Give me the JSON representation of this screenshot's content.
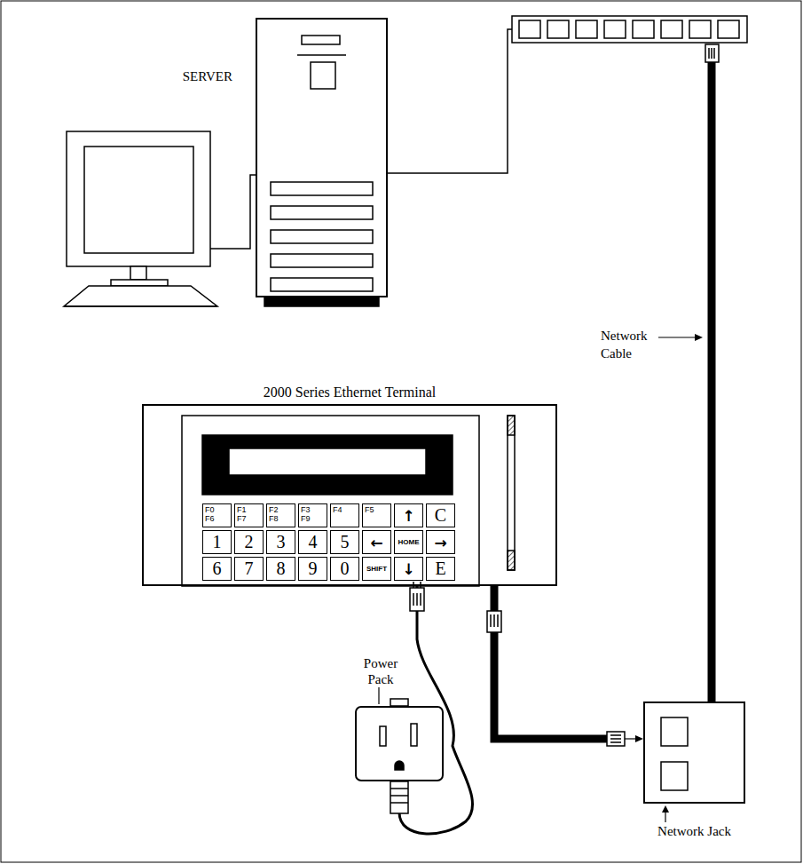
{
  "diagram": {
    "nodes": [
      {
        "text": [
          "SERVER"
        ]
      },
      {
        "text": [
          "2000 Series Ethernet Terminal"
        ]
      },
      {
        "text": [
          "F0 F6"
        ],
        "in": 1
      },
      {
        "text": [
          "F1 F7"
        ],
        "in": 1
      },
      {
        "text": [
          "F2 F8"
        ],
        "in": 1
      },
      {
        "text": [
          "F3 F9"
        ],
        "in": 1
      },
      {
        "text": [
          "F4"
        ],
        "in": 1
      },
      {
        "text": [
          "F5"
        ],
        "in": 1
      },
      {
        "text": [
          "↑"
        ],
        "in": 1
      },
      {
        "text": [
          "C"
        ],
        "in": 1
      },
      {
        "text": [
          "1"
        ],
        "in": 1
      },
      {
        "text": [
          "2"
        ],
        "in": 1
      },
      {
        "text": [
          "3"
        ],
        "in": 1
      },
      {
        "text": [
          "4"
        ],
        "in": 1
      },
      {
        "text": [
          "5"
        ],
        "in": 1
      },
      {
        "text": [
          "←"
        ],
        "in": 1
      },
      {
        "text": [
          "HOME"
        ],
        "in": 1
      },
      {
        "text": [
          "→"
        ],
        "in": 1
      },
      {
        "text": [
          "6"
        ],
        "in": 1
      },
      {
        "text": [
          "7"
        ],
        "in": 1
      },
      {
        "text": [
          "8"
        ],
        "in": 1
      },
      {
        "text": [
          "9"
        ],
        "in": 1
      },
      {
        "text": [
          "0"
        ],
        "in": 1
      },
      {
        "text": [
          "SHIFT"
        ],
        "in": 1
      },
      {
        "text": [
          "↓"
        ],
        "in": 1
      },
      {
        "text": [
          "E"
        ],
        "in": 1
      },
      {
        "text": [
          "Power Pack"
        ]
      },
      {
        "text": [
          "Network Jack"
        ]
      }
    ],
    "edges": [
      {
        "from": 1,
        "to": 27,
        "arrow": "to"
      },
      {
        "from": 26,
        "to": 1,
        "arrow": "none"
      }
    ],
    "labels": [
      "Network Cable"
    ]
  }
}
